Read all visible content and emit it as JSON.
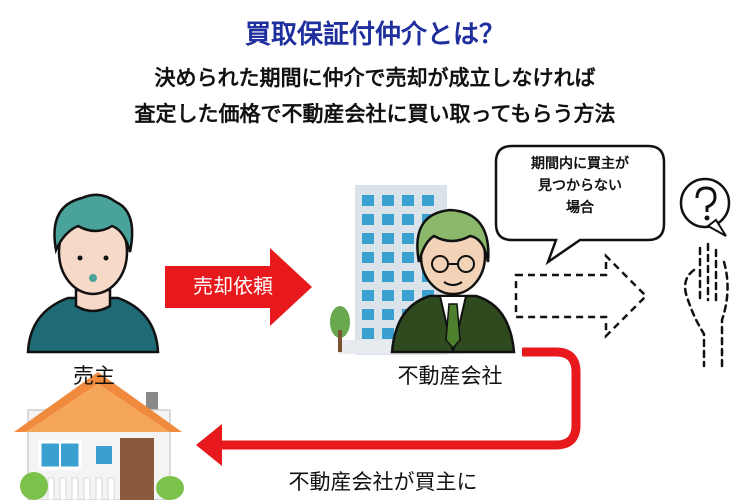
{
  "header": {
    "title": "買取保証付仲介とは？",
    "line1": "決められた期間に仲介で売却が成立しなければ",
    "line2": "査定した価格で不動産会社に買い取ってもらう方法"
  },
  "bubble": {
    "line1": "期間内に買主が",
    "line2": "見つからない",
    "line3": "場合"
  },
  "seller": {
    "label": "売主"
  },
  "agency": {
    "label": "不動産会社"
  },
  "sale_request": {
    "label": "売却依頼"
  },
  "buyback": {
    "label": "不動産会社が買主に"
  },
  "colors": {
    "title": "#1f2f9e",
    "arrow_red": "#e8191c",
    "seller_shirt": "#1f6b75",
    "hair": "#4aa39a",
    "agent_hair": "#8bb86a",
    "suit": "#2f4a1f",
    "roof": "#f08a3c",
    "building": "#dbe3ea",
    "window": "#3aa0cf"
  },
  "icons": [
    "seller-avatar",
    "agent-avatar",
    "office-building-icon",
    "house-icon",
    "question-hand-icon"
  ]
}
